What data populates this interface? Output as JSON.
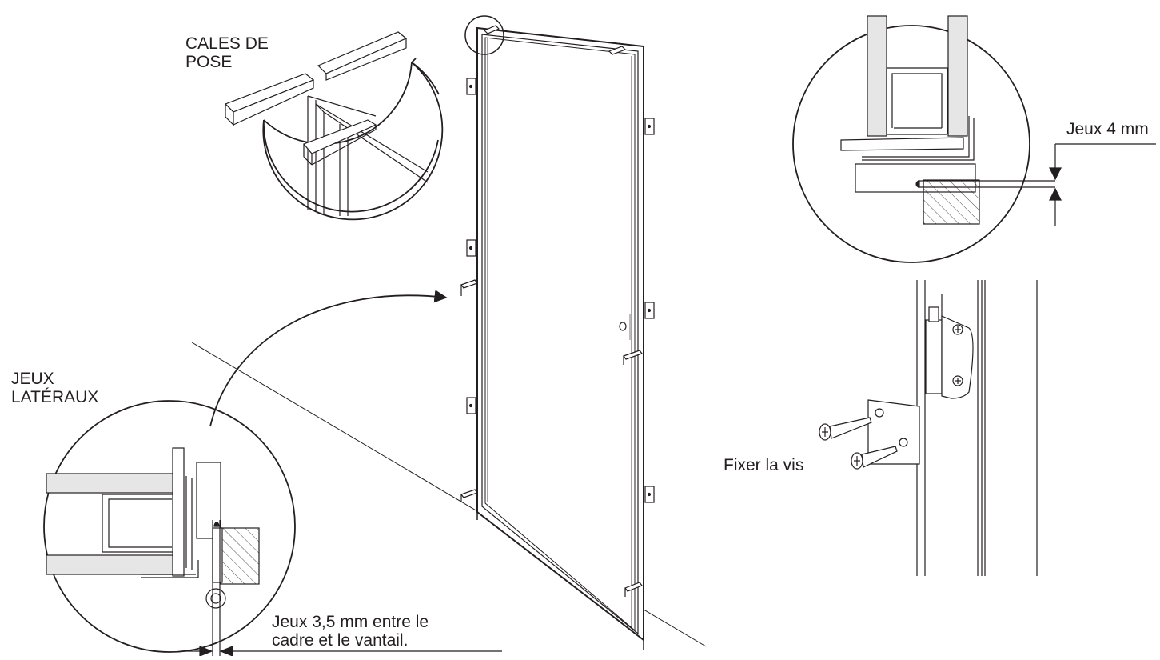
{
  "labels": {
    "cales_line1": "CALES DE",
    "cales_line2": "POSE",
    "jeux_lat_line1": "JEUX",
    "jeux_lat_line2": "LATÉRAUX",
    "jeux_4mm": "Jeux 4 mm",
    "fixer_vis": "Fixer la vis",
    "jeux_35_line1": "Jeux 3,5 mm entre le",
    "jeux_35_line2": "cadre et le vantail."
  },
  "colors": {
    "line": "#231f20",
    "wall_fill": "#e6e6e6",
    "hatch": "#231f20",
    "background": "#ffffff"
  }
}
